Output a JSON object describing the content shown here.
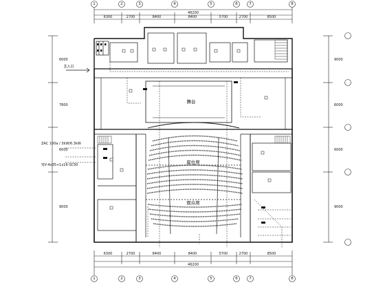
{
  "drawing": {
    "axis_top": [
      "1",
      "2",
      "3",
      "4",
      "5",
      "6",
      "7",
      "8"
    ],
    "axis_bottom": [
      "1",
      "2",
      "3",
      "4",
      "5",
      "6",
      "7",
      "8"
    ],
    "dims_top": [
      "6300",
      "2700",
      "8400",
      "8400",
      "5700",
      "2700",
      "8500"
    ],
    "dims_bottom": [
      "6300",
      "2700",
      "8400",
      "8400",
      "5700",
      "2700",
      "8500"
    ],
    "total_top": "46200",
    "total_bottom": "46200",
    "dims_right": [
      "9000",
      "6000",
      "6000",
      "9000"
    ],
    "dims_left": [
      "6000",
      "7800",
      "6000",
      "9000"
    ],
    "labels": {
      "entrance": "主入口",
      "stage": "舞台",
      "seats": "座位席",
      "audience": "观众席",
      "panel_note": "ZAC 100a / 3kW/6.3kW",
      "cable_note": "YJV-4x35+1x16-SC50"
    }
  }
}
